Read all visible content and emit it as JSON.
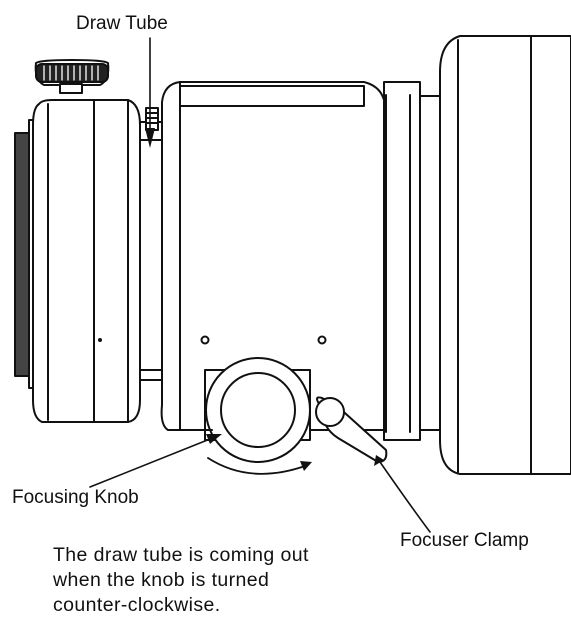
{
  "labels": {
    "draw_tube": "Draw Tube",
    "focusing_knob": "Focusing Knob",
    "focuser_clamp": "Focuser Clamp"
  },
  "caption": {
    "line1": "The draw tube is coming out",
    "line2": "when the knob is turned",
    "line3": "counter-clockwise."
  },
  "colors": {
    "ink": "#111111",
    "background": "#ffffff"
  }
}
